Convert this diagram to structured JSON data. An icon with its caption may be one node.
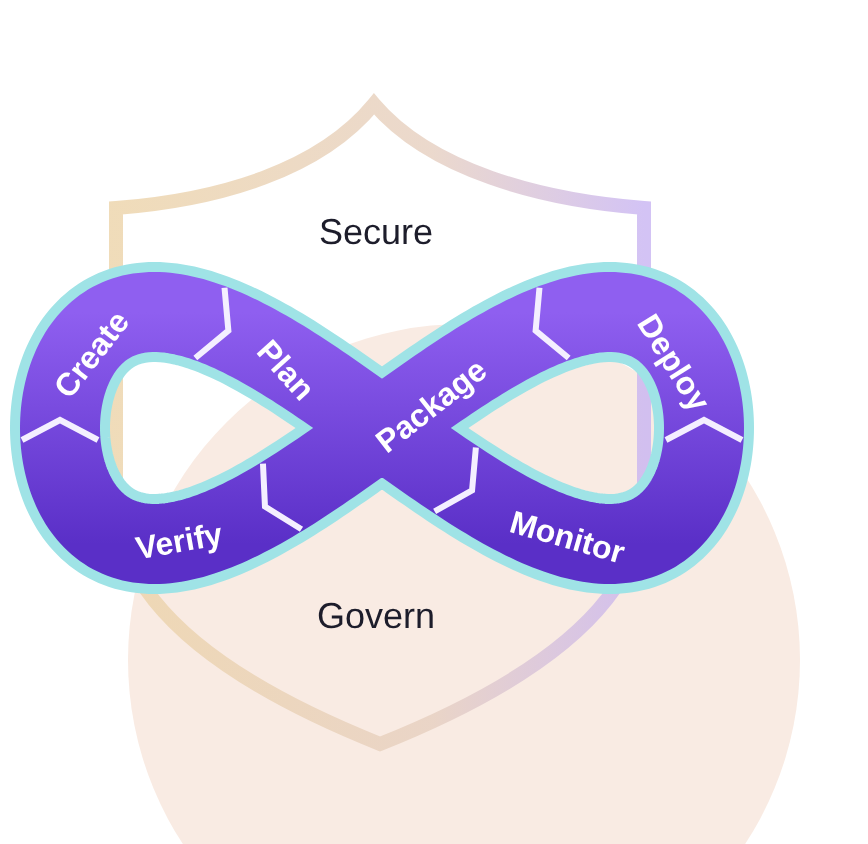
{
  "diagram": {
    "nodes": [
      {
        "text": [
          "Create"
        ]
      },
      {
        "text": [
          "Plan"
        ]
      },
      {
        "text": [
          "Package"
        ]
      },
      {
        "text": [
          "Deploy"
        ]
      },
      {
        "text": [
          "Monitor"
        ]
      },
      {
        "text": [
          "Verify"
        ]
      }
    ],
    "labels": [
      "Secure",
      "Govern"
    ]
  }
}
